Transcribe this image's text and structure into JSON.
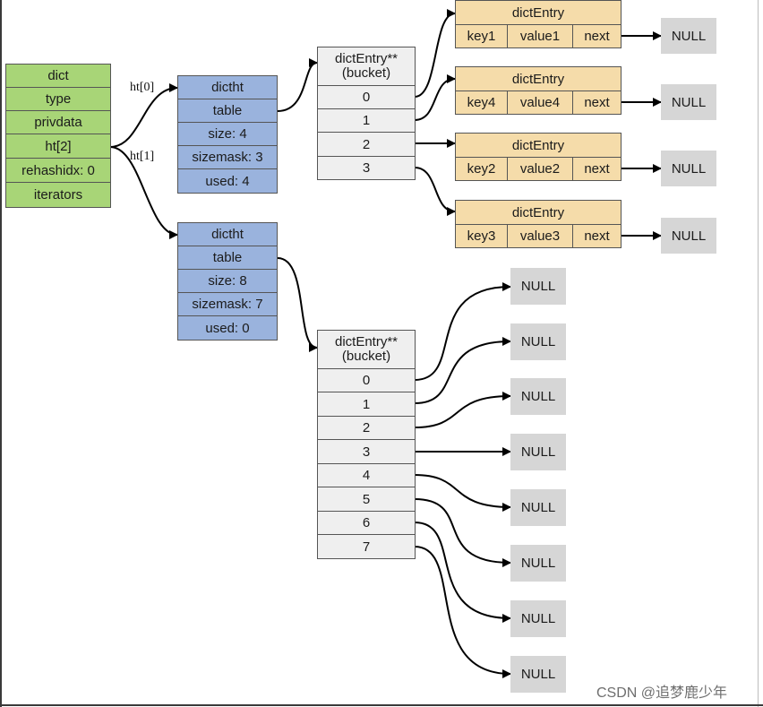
{
  "dict": {
    "fields": [
      "dict",
      "type",
      "privdata",
      "ht[2]",
      "rehashidx: 0",
      "iterators"
    ]
  },
  "links": {
    "ht0": "ht[0]",
    "ht1": "ht[1]"
  },
  "ht0": {
    "fields": [
      "dictht",
      "table",
      "size: 4",
      "sizemask: 3",
      "used: 4"
    ]
  },
  "ht1": {
    "fields": [
      "dictht",
      "table",
      "size: 8",
      "sizemask: 7",
      "used: 0"
    ]
  },
  "bucket0": {
    "header_line1": "dictEntry**",
    "header_line2": "(bucket)",
    "slots": [
      "0",
      "1",
      "2",
      "3"
    ]
  },
  "bucket1": {
    "header_line1": "dictEntry**",
    "header_line2": "(bucket)",
    "slots": [
      "0",
      "1",
      "2",
      "3",
      "4",
      "5",
      "6",
      "7"
    ]
  },
  "entries": [
    {
      "title": "dictEntry",
      "key": "key1",
      "value": "value1",
      "next": "next",
      "null": "NULL"
    },
    {
      "title": "dictEntry",
      "key": "key4",
      "value": "value4",
      "next": "next",
      "null": "NULL"
    },
    {
      "title": "dictEntry",
      "key": "key2",
      "value": "value2",
      "next": "next",
      "null": "NULL"
    },
    {
      "title": "dictEntry",
      "key": "key3",
      "value": "value3",
      "next": "next",
      "null": "NULL"
    }
  ],
  "bucket1_nulls": [
    "NULL",
    "NULL",
    "NULL",
    "NULL",
    "NULL",
    "NULL",
    "NULL",
    "NULL"
  ],
  "colors": {
    "dict": "#a8d577",
    "dictht": "#9ab3dd",
    "bucket": "#efefef",
    "entry": "#f5dcaa",
    "null": "#d6d6d6"
  },
  "watermark": "CSDN @追梦鹿少年"
}
